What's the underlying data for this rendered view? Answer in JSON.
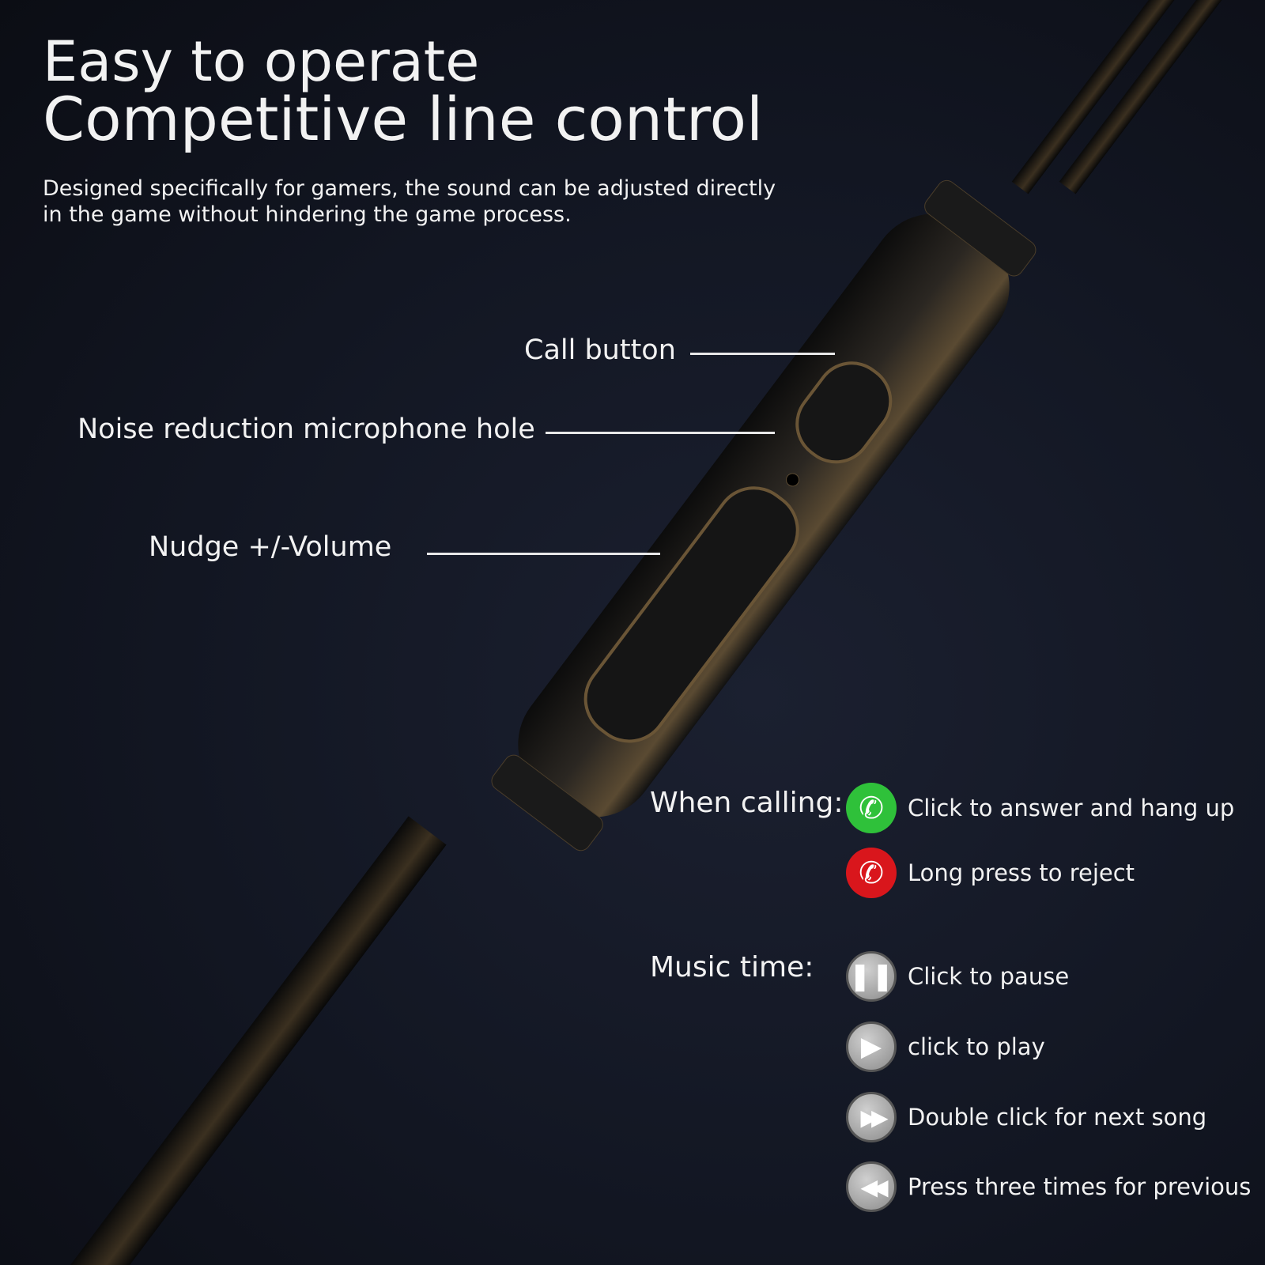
{
  "header": {
    "title_line1": "Easy to operate",
    "title_line2": "Competitive line control",
    "description": "Designed specifically for gamers, the sound can be adjusted directly in the game without hindering the game process."
  },
  "callouts": {
    "call_button": "Call button",
    "mic_hole": "Noise reduction microphone hole",
    "volume": "Nudge +/-Volume"
  },
  "calling": {
    "label": "When calling:",
    "items": [
      {
        "icon": "phone-green-icon",
        "text": "Click to answer and hang up",
        "color": "#2fc13a"
      },
      {
        "icon": "phone-red-icon",
        "text": "Long press to reject",
        "color": "#d9161c"
      }
    ]
  },
  "music": {
    "label": "Music time:",
    "items": [
      {
        "icon": "pause-icon",
        "text": "Click to pause"
      },
      {
        "icon": "play-icon",
        "text": "click to play"
      },
      {
        "icon": "next-icon",
        "text": "Double click for next song"
      },
      {
        "icon": "previous-icon",
        "text": "Press three times for previous"
      }
    ]
  }
}
